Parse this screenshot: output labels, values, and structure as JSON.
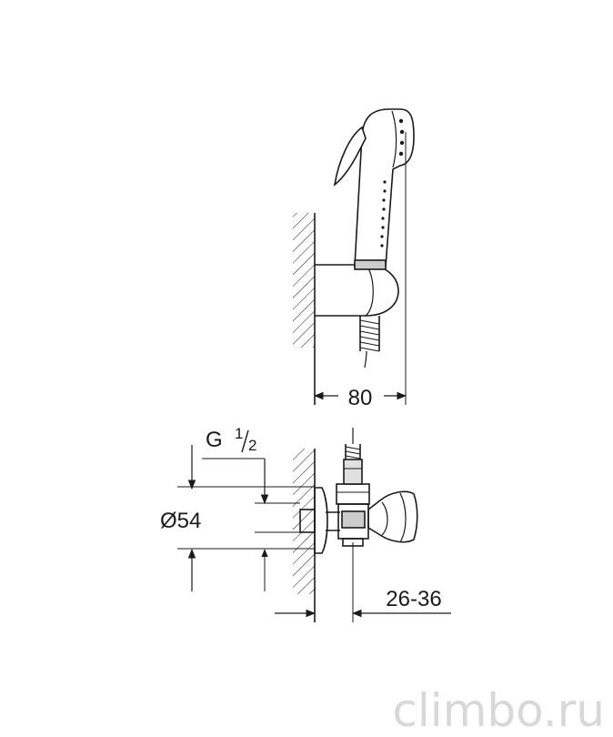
{
  "dimensions": {
    "width_label": "80",
    "thread_label_main": "G",
    "thread_label_num": "1",
    "thread_label_den": "2",
    "diameter_label": "Ø54",
    "depth_label": "26-36"
  },
  "watermark": {
    "text": "climbo.ru"
  },
  "colors": {
    "line": "#1a1a1a",
    "watermark": "#d8d8d8",
    "background": "#ffffff"
  }
}
